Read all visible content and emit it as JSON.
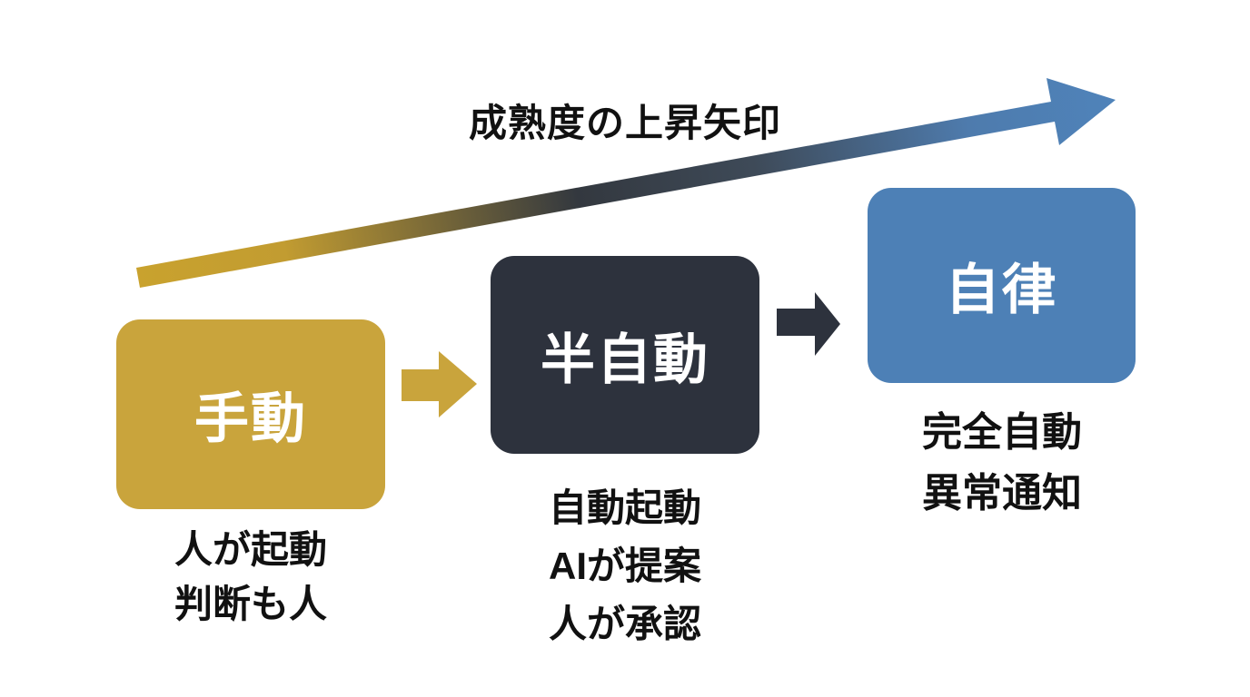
{
  "title": "成熟度の上昇矢印",
  "colors": {
    "background": "#FFFFFF",
    "gold": "#C9A43C",
    "dark": "#2D323D",
    "blue": "#4D80B6",
    "text": "#111111",
    "box_label": "#FFFFFF"
  },
  "maturity_arrow": {
    "description": "up-right gradient arrow",
    "gradient": [
      "#C9A22E",
      "#C29C31",
      "#33383F",
      "#3E4A58",
      "#4E7BAD",
      "#4F83BA"
    ]
  },
  "stages": [
    {
      "label": "手動",
      "color": "#C9A43C",
      "notes": [
        "人が起動",
        "判断も人"
      ]
    },
    {
      "label": "半自動",
      "color": "#2D323D",
      "notes": [
        "自動起動",
        "AIが提案",
        "人が承認"
      ]
    },
    {
      "label": "自律",
      "color": "#4D80B6",
      "notes": [
        "完全自動",
        "異常通知"
      ]
    }
  ],
  "connectors": [
    {
      "color": "#C9A43C"
    },
    {
      "color": "#2D323D"
    }
  ]
}
